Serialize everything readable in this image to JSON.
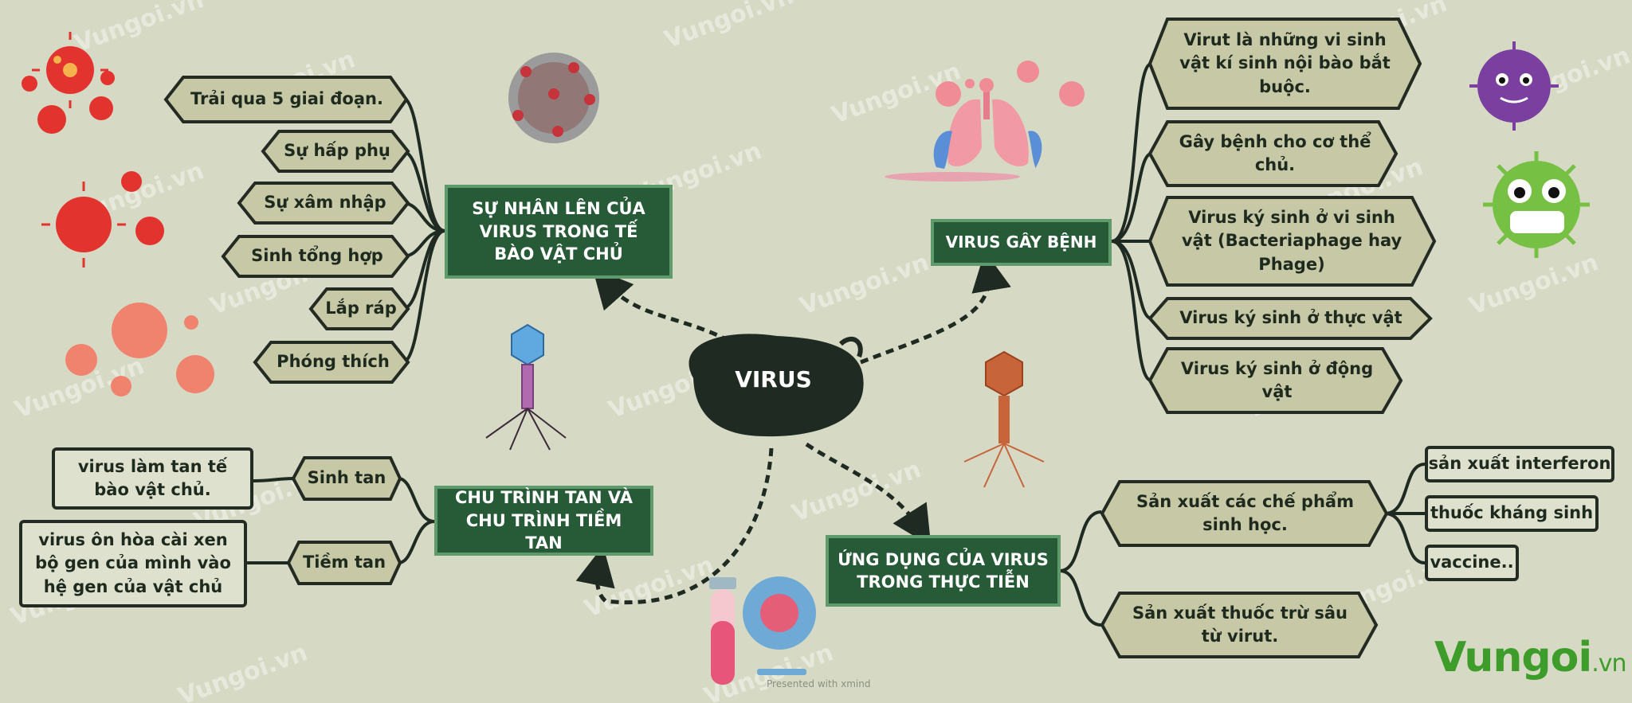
{
  "center": {
    "label": "VIRUS"
  },
  "topics": {
    "replication": "SỰ NHÂN LÊN CỦA VIRUS TRONG TẾ BÀO VẬT CHỦ",
    "pathogenic": "VIRUS GÂY BỆNH",
    "cycles": "CHU TRÌNH TAN VÀ CHU TRÌNH TIỀM TAN",
    "applications": "ỨNG DỤNG CỦA VIRUS TRONG THỰC TIỄN"
  },
  "replication_steps": [
    "Trải qua 5 giai đoạn.",
    "Sự hấp phụ",
    "Sự xâm nhập",
    "Sinh tổng hợp",
    "Lắp ráp",
    "Phóng thích"
  ],
  "pathogenic_items": [
    "Virut là những vi sinh vật kí sinh nội bào bắt buộc.",
    "Gây bệnh cho cơ thể chủ.",
    "Virus ký sinh ở vi sinh vật (Bacteriaphage hay Phage)",
    "Virus ký sinh ở thực vật",
    "Virus ký sinh ở động vật"
  ],
  "cycle_items": {
    "lytic": {
      "label": "Sinh tan",
      "detail": "virus làm tan tế bào vật chủ."
    },
    "lysogenic": {
      "label": "Tiềm tan",
      "detail": "virus ôn hòa cài xen bộ gen của mình vào hệ gen của vật chủ"
    }
  },
  "application_items": {
    "bio_products": {
      "label": "Sản xuất các chế phẩm sinh học.",
      "children": [
        "sản xuất interferon",
        "thuốc kháng sinh",
        "vaccine.."
      ]
    },
    "insecticide": {
      "label": "Sản xuất thuốc trừ sâu từ virut."
    }
  },
  "watermark": "Vungoi.vn",
  "logo": {
    "main": "Vungoi",
    "suffix": ".vn"
  },
  "footer": "Presented with xmind",
  "colors": {
    "background": "#d6dac4",
    "topic_fill": "#275a37",
    "topic_border": "#5f9a6c",
    "node_fill": "#c6c8a6",
    "node_border": "#232b23",
    "center_fill": "#1f2a22"
  }
}
